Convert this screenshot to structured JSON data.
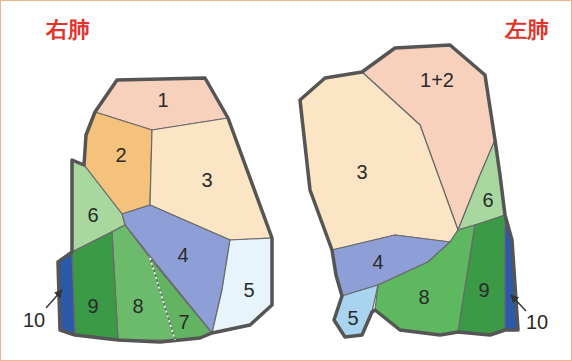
{
  "diagram": {
    "nodes": [
      {
        "text": [
          "1"
        ]
      },
      {
        "text": [
          "2"
        ]
      },
      {
        "text": [
          "3"
        ]
      },
      {
        "text": [
          "4"
        ]
      },
      {
        "text": [
          "5"
        ]
      },
      {
        "text": [
          "6"
        ]
      },
      {
        "text": [
          "7"
        ]
      },
      {
        "text": [
          "8"
        ]
      },
      {
        "text": [
          "9"
        ]
      },
      {
        "text": [
          "10"
        ]
      },
      {
        "text": [
          "1+2"
        ]
      },
      {
        "text": [
          "3"
        ]
      },
      {
        "text": [
          "4"
        ]
      },
      {
        "text": [
          "5"
        ]
      },
      {
        "text": [
          "6"
        ]
      },
      {
        "text": [
          "8"
        ]
      },
      {
        "text": [
          "9"
        ]
      },
      {
        "text": [
          "10"
        ]
      }
    ],
    "labels": [
      "右肺",
      "左肺"
    ]
  }
}
